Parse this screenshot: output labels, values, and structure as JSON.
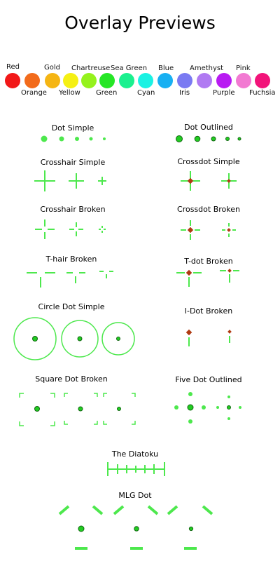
{
  "page": {
    "title": "Overlay Previews"
  },
  "colors": {
    "crosshair": "#4de84d",
    "dot_fill": "#22cc22",
    "dot_outline": "#116611",
    "crossdot_center": "#b03a12"
  },
  "swatches": [
    {
      "name": "Red",
      "hex": "#f21818"
    },
    {
      "name": "Orange",
      "hex": "#f26b1b"
    },
    {
      "name": "Gold",
      "hex": "#f5b514"
    },
    {
      "name": "Yellow",
      "hex": "#f5f014"
    },
    {
      "name": "Chartreuse",
      "hex": "#95f21d"
    },
    {
      "name": "Green",
      "hex": "#26e626"
    },
    {
      "name": "Sea Green",
      "hex": "#1bf08f"
    },
    {
      "name": "Cyan",
      "hex": "#1bf2e3"
    },
    {
      "name": "Blue",
      "hex": "#18b0f2"
    },
    {
      "name": "Iris",
      "hex": "#7a7af2"
    },
    {
      "name": "Amethyst",
      "hex": "#b07af2"
    },
    {
      "name": "Purple",
      "hex": "#b81bf2"
    },
    {
      "name": "Pink",
      "hex": "#f27ad2"
    },
    {
      "name": "Fuchsia",
      "hex": "#f2147a"
    }
  ],
  "overlays": [
    {
      "id": "dot-simple",
      "label": "Dot Simple"
    },
    {
      "id": "dot-outlined",
      "label": "Dot Outlined"
    },
    {
      "id": "crosshair-simple",
      "label": "Crosshair Simple"
    },
    {
      "id": "crossdot-simple",
      "label": "Crossdot Simple"
    },
    {
      "id": "crosshair-broken",
      "label": "Crosshair Broken"
    },
    {
      "id": "crossdot-broken",
      "label": "Crossdot Broken"
    },
    {
      "id": "t-hair-broken",
      "label": "T-hair Broken"
    },
    {
      "id": "t-dot-broken",
      "label": "T-dot Broken"
    },
    {
      "id": "circle-dot-simple",
      "label": "Circle Dot Simple"
    },
    {
      "id": "i-dot-broken",
      "label": "I-Dot Broken"
    },
    {
      "id": "square-dot-broken",
      "label": "Square Dot Broken"
    },
    {
      "id": "five-dot-outlined",
      "label": "Five Dot Outlined"
    },
    {
      "id": "the-diatoku",
      "label": "The Diatoku"
    },
    {
      "id": "mlg-dot",
      "label": "MLG Dot"
    }
  ]
}
